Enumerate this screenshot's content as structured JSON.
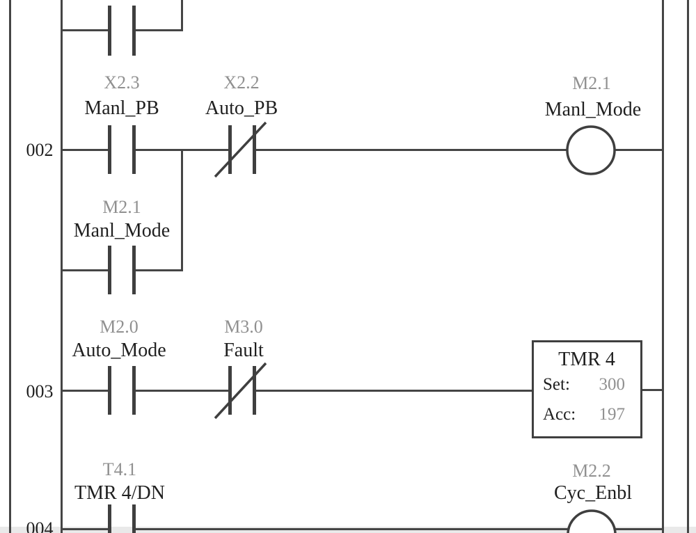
{
  "colors": {
    "line": "#454545",
    "tag_text": "#1f1f1f",
    "address_text": "#909090",
    "background": "#ffffff",
    "bottom_strip": "#e9e9e9"
  },
  "rungs": {
    "r002": {
      "number": "002",
      "contact1": {
        "address": "X2.3",
        "tag": "Manl_PB"
      },
      "contact2": {
        "address": "X2.2",
        "tag": "Auto_PB"
      },
      "coil": {
        "address": "M2.1",
        "tag": "Manl_Mode"
      },
      "branch_contact": {
        "address": "M2.1",
        "tag": "Manl_Mode"
      }
    },
    "r003": {
      "number": "003",
      "contact1": {
        "address": "M2.0",
        "tag": "Auto_Mode"
      },
      "contact2": {
        "address": "M3.0",
        "tag": "Fault"
      },
      "timer": {
        "title": "TMR 4",
        "set_label": "Set:",
        "set_value": "300",
        "acc_label": "Acc:",
        "acc_value": "197"
      }
    },
    "r004": {
      "number": "004",
      "contact1": {
        "address": "T4.1",
        "tag": "TMR 4/DN"
      },
      "coil": {
        "address": "M2.2",
        "tag": "Cyc_Enbl"
      }
    }
  }
}
